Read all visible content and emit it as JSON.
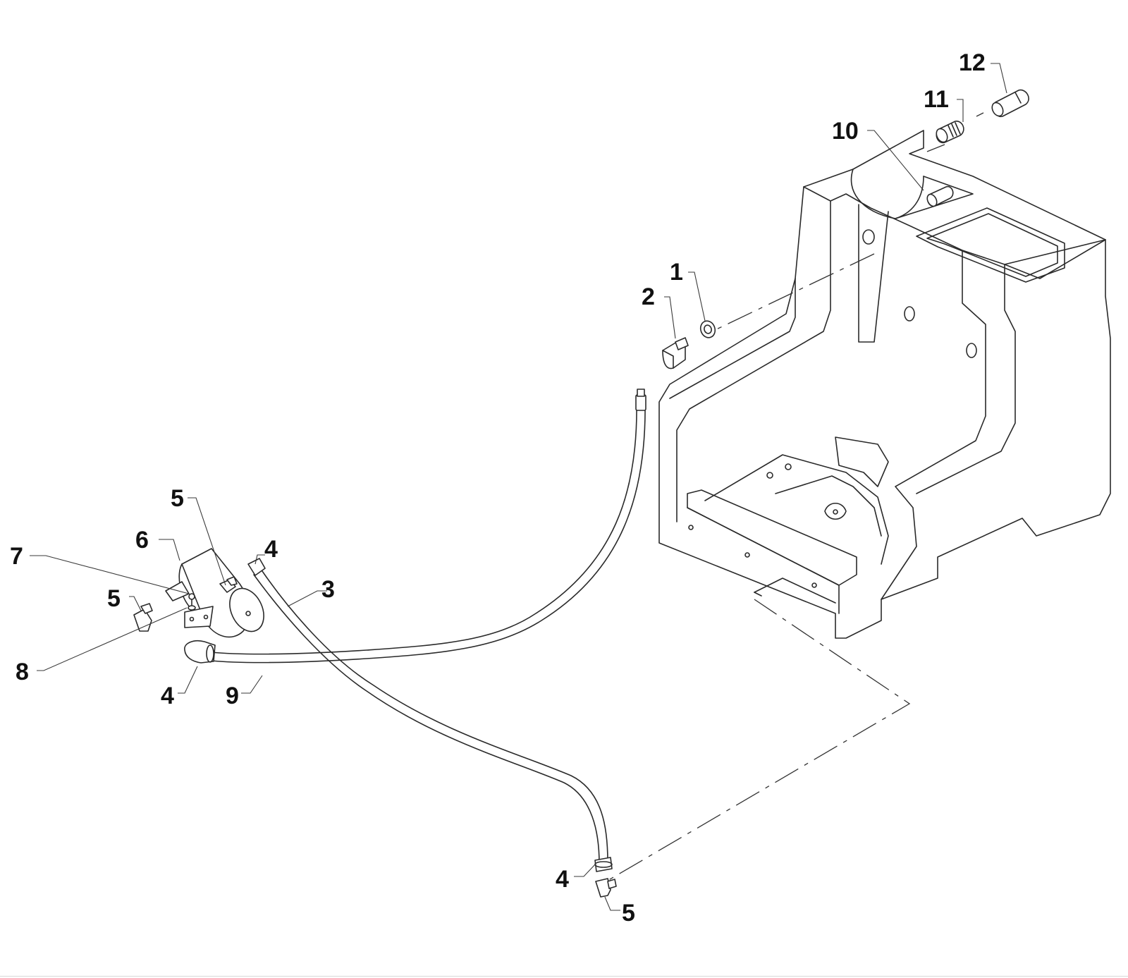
{
  "diagram": {
    "callouts": [
      {
        "id": "c1",
        "label": "1"
      },
      {
        "id": "c2",
        "label": "2"
      },
      {
        "id": "c3",
        "label": "3"
      },
      {
        "id": "c4a",
        "label": "4"
      },
      {
        "id": "c4b",
        "label": "4"
      },
      {
        "id": "c4c",
        "label": "4"
      },
      {
        "id": "c5a",
        "label": "5"
      },
      {
        "id": "c5b",
        "label": "5"
      },
      {
        "id": "c5c",
        "label": "5"
      },
      {
        "id": "c6",
        "label": "6"
      },
      {
        "id": "c7",
        "label": "7"
      },
      {
        "id": "c8",
        "label": "8"
      },
      {
        "id": "c9",
        "label": "9"
      },
      {
        "id": "c10",
        "label": "10"
      },
      {
        "id": "c11",
        "label": "11"
      },
      {
        "id": "c12",
        "label": "12"
      }
    ]
  }
}
